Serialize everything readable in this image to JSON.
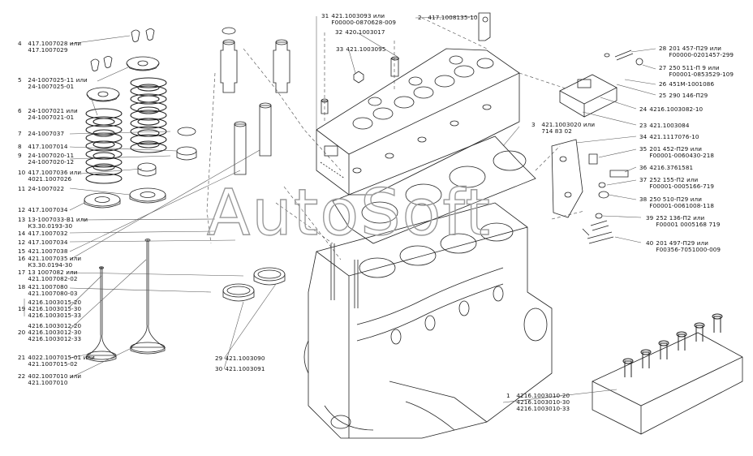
{
  "watermark": "AutoSoft",
  "colors": {
    "line": "#222222",
    "leader": "#555555",
    "watermark": "#9a9a9a"
  },
  "callouts_left": [
    {
      "num": "4",
      "l1": "417.1007028 или",
      "l2": "417.1007029"
    },
    {
      "num": "5",
      "l1": "24-1007025-11 или",
      "l2": "24-1007025-01"
    },
    {
      "num": "6",
      "l1": "24-1007021 или",
      "l2": "24-1007021-01"
    },
    {
      "num": "7",
      "l1": "24-1007037",
      "l2": ""
    },
    {
      "num": "8",
      "l1": "417.1007014",
      "l2": ""
    },
    {
      "num": "9",
      "l1": "24-1007020-11",
      "l2": "24-1007020-12"
    },
    {
      "num": "10",
      "l1": "417.1007036 или",
      "l2": "4021.1007026"
    },
    {
      "num": "11",
      "l1": "24-1007022",
      "l2": ""
    },
    {
      "num": "12",
      "l1": "417.1007034",
      "l2": ""
    },
    {
      "num": "13",
      "l1": "13-1007033-В1 или",
      "l2": "К3.30.0193-30"
    },
    {
      "num": "14",
      "l1": "417.1007032",
      "l2": ""
    },
    {
      "num": "12",
      "l1": "417.1007034",
      "l2": ""
    },
    {
      "num": "15",
      "l1": "421.1007038",
      "l2": ""
    },
    {
      "num": "16",
      "l1": "421.1007035 или",
      "l2": "К3.30.0194-30"
    },
    {
      "num": "17",
      "l1": "13 1007082 или",
      "l2": "421.1007082-02"
    },
    {
      "num": "18",
      "l1": "421.1007080",
      "l2": "421.1007080-03"
    },
    {
      "num": "19",
      "l1": "4216.1003015-20",
      "l2": "4216.1003015-30",
      "l3": "4216.1003015-33"
    },
    {
      "num": "20",
      "l1": "4216.1003012-20",
      "l2": "4216.1003012-30",
      "l3": "4216.1003012-33"
    },
    {
      "num": "21",
      "l1": "4022.1007015-01 или",
      "l2": "421.1007015-02"
    },
    {
      "num": "22",
      "l1": "402.1007010 или",
      "l2": "421.1007010"
    }
  ],
  "callouts_top": [
    {
      "num": "31",
      "l1": "421.1003093 или",
      "l2": "F00000-0870628-009"
    },
    {
      "num": "2",
      "l1": "417.1008135-10",
      "l2": ""
    },
    {
      "num": "32",
      "l1": "420.1003017",
      "l2": ""
    },
    {
      "num": "33",
      "l1": "421.1003095",
      "l2": ""
    },
    {
      "num": "3",
      "l1": "421.1003020 или",
      "l2": "714 83 02"
    },
    {
      "num": "29",
      "l1": "421.1003090",
      "l2": ""
    },
    {
      "num": "30",
      "l1": "421.1003091",
      "l2": ""
    },
    {
      "num": "1",
      "l1": "4216.1003010-20",
      "l2": "4216.1003010-30",
      "l3": "4216.1003010-33"
    }
  ],
  "callouts_right": [
    {
      "num": "28",
      "l1": "201 457-П29 или",
      "l2": "F00000-0201457-299"
    },
    {
      "num": "27",
      "l1": "250 511-П 9 или",
      "l2": "F00001-0853529-109"
    },
    {
      "num": "26",
      "l1": "451М-1001086",
      "l2": ""
    },
    {
      "num": "25",
      "l1": "290 146-П29",
      "l2": ""
    },
    {
      "num": "24",
      "l1": "4216.1003082-10",
      "l2": ""
    },
    {
      "num": "23",
      "l1": "421.1003084",
      "l2": ""
    },
    {
      "num": "34",
      "l1": "421.1117076-10",
      "l2": ""
    },
    {
      "num": "35",
      "l1": "201 452-П29 или",
      "l2": "F00001-0060430-218"
    },
    {
      "num": "36",
      "l1": "4216.3761581",
      "l2": ""
    },
    {
      "num": "37",
      "l1": "252 155-П2 или",
      "l2": "F00001-0005166-719"
    },
    {
      "num": "38",
      "l1": "250 510-П29 или",
      "l2": "F00001-0061008-118"
    },
    {
      "num": "39",
      "l1": "252 136-П2 или",
      "l2": "F00001 0005168 719"
    },
    {
      "num": "40",
      "l1": "201 497-П29 или",
      "l2": "F00356-7051000-009"
    }
  ]
}
